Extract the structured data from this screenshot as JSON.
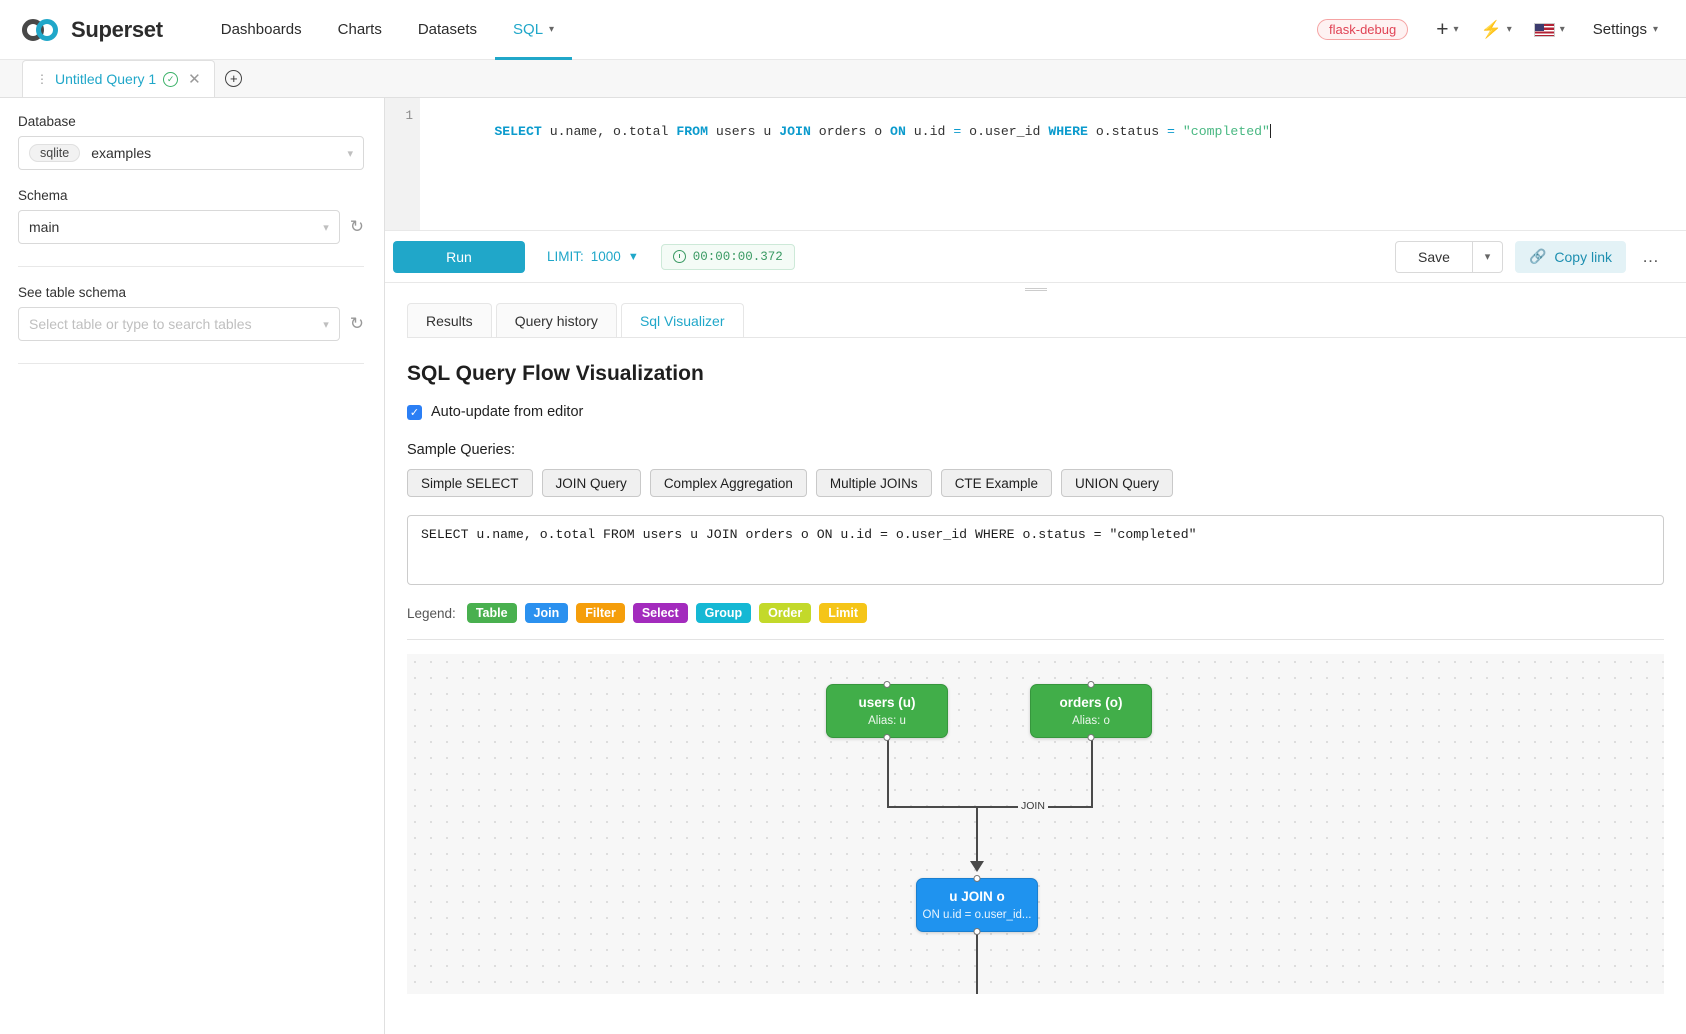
{
  "navbar": {
    "brand": "Superset",
    "links": [
      {
        "label": "Dashboards",
        "active": false
      },
      {
        "label": "Charts",
        "active": false
      },
      {
        "label": "Datasets",
        "active": false
      },
      {
        "label": "SQL",
        "active": true
      }
    ],
    "debug_badge": "flask-debug",
    "settings_label": "Settings",
    "accent_color": "#20a7c9",
    "debug_color": "#e04355"
  },
  "query_tabs": {
    "tab_label": "Untitled Query 1",
    "add_tab_tooltip": "+"
  },
  "sidebar": {
    "database_label": "Database",
    "database_engine": "sqlite",
    "database_value": "examples",
    "schema_label": "Schema",
    "schema_value": "main",
    "table_label": "See table schema",
    "table_placeholder": "Select table or type to search tables"
  },
  "editor": {
    "line_number": "1",
    "tokens": [
      {
        "t": "SELECT",
        "c": "kw"
      },
      {
        "t": " u.name, o.total ",
        "c": "plain"
      },
      {
        "t": "FROM",
        "c": "kw"
      },
      {
        "t": " users u ",
        "c": "plain"
      },
      {
        "t": "JOIN",
        "c": "kw"
      },
      {
        "t": " orders o ",
        "c": "plain"
      },
      {
        "t": "ON",
        "c": "kw"
      },
      {
        "t": " u.id ",
        "c": "plain"
      },
      {
        "t": "=",
        "c": "op"
      },
      {
        "t": " o.user_id ",
        "c": "plain"
      },
      {
        "t": "WHERE",
        "c": "kw"
      },
      {
        "t": " o.status ",
        "c": "plain"
      },
      {
        "t": "=",
        "c": "op"
      },
      {
        "t": " ",
        "c": "plain"
      },
      {
        "t": "\"completed\"",
        "c": "str"
      }
    ]
  },
  "toolbar": {
    "run_label": "Run",
    "limit_label": "LIMIT:",
    "limit_value": "1000",
    "timer_value": "00:00:00.372",
    "save_label": "Save",
    "copy_link_label": "Copy link",
    "more_label": "…"
  },
  "result_tabs": [
    {
      "label": "Results",
      "active": false
    },
    {
      "label": "Query history",
      "active": false
    },
    {
      "label": "Sql Visualizer",
      "active": true
    }
  ],
  "visualizer": {
    "title": "SQL Query Flow Visualization",
    "auto_update_label": "Auto-update from editor",
    "auto_update_checked": true,
    "samples_label": "Sample Queries:",
    "sample_buttons": [
      "Simple SELECT",
      "JOIN Query",
      "Complex Aggregation",
      "Multiple JOINs",
      "CTE Example",
      "UNION Query"
    ],
    "sql_text": "SELECT u.name, o.total FROM users u JOIN orders o ON u.id = o.user_id WHERE o.status = \"completed\"",
    "legend_label": "Legend:",
    "legend": [
      {
        "label": "Table",
        "color": "#49b04f"
      },
      {
        "label": "Join",
        "color": "#2b91ef"
      },
      {
        "label": "Filter",
        "color": "#f59e0b"
      },
      {
        "label": "Select",
        "color": "#a32bbd"
      },
      {
        "label": "Group",
        "color": "#15b8d4"
      },
      {
        "label": "Order",
        "color": "#c3d92a"
      },
      {
        "label": "Limit",
        "color": "#f5c518"
      }
    ],
    "flow": {
      "nodes": [
        {
          "id": "users",
          "title": "users (u)",
          "sub": "Alias: u",
          "kind": "table"
        },
        {
          "id": "orders",
          "title": "orders (o)",
          "sub": "Alias: o",
          "kind": "table"
        },
        {
          "id": "join",
          "title": "u JOIN o",
          "sub": "ON u.id = o.user_id...",
          "kind": "join"
        }
      ],
      "edge_label": "JOIN"
    }
  }
}
